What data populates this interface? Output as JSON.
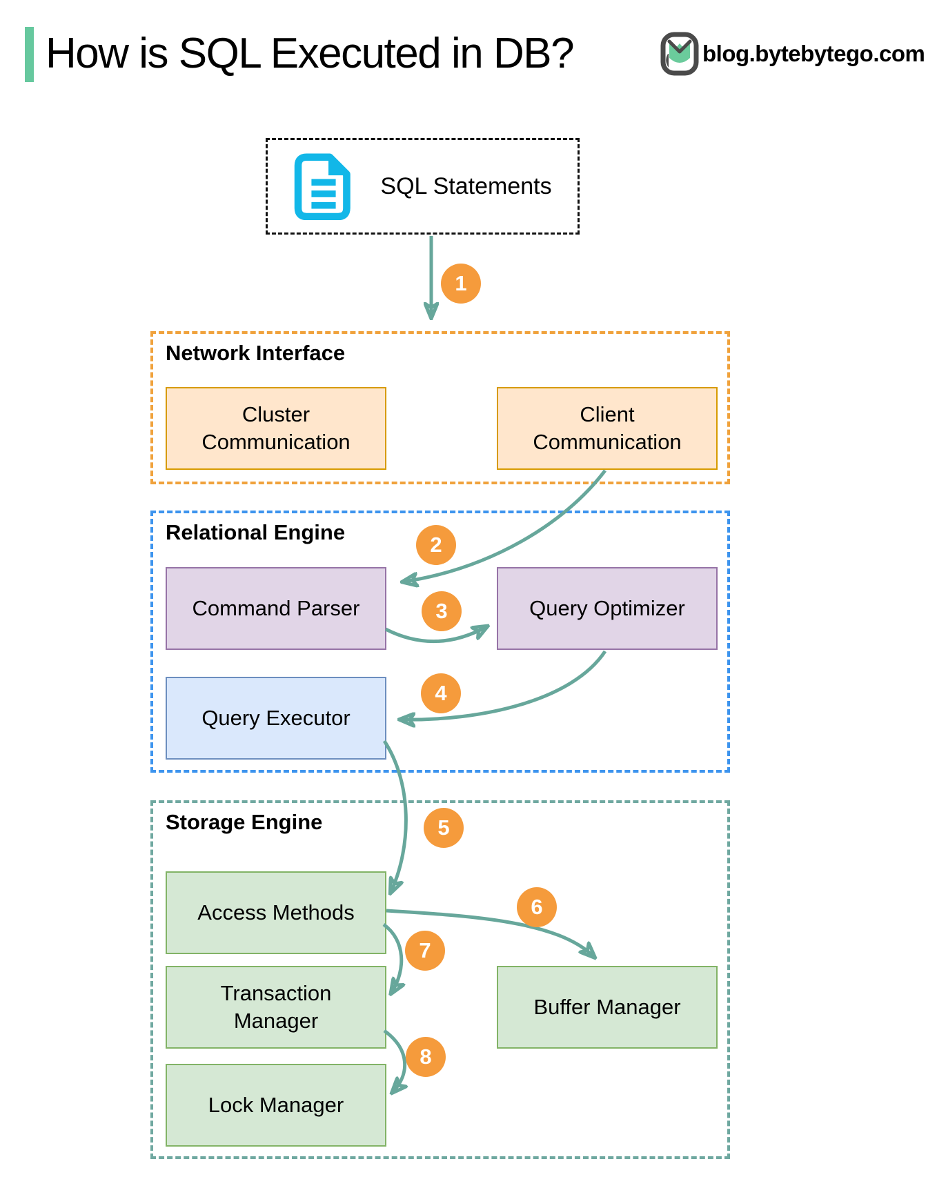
{
  "header": {
    "title": "How is SQL Executed in DB?",
    "brand": "blog.bytebytego.com"
  },
  "input_node": {
    "label": "SQL Statements",
    "icon": "document-icon"
  },
  "sections": {
    "network": {
      "label": "Network Interface"
    },
    "relational": {
      "label": "Relational Engine"
    },
    "storage": {
      "label": "Storage Engine"
    }
  },
  "boxes": {
    "cluster": {
      "label": "Cluster Communication"
    },
    "client": {
      "label": "Client Communication"
    },
    "parser": {
      "label": "Command Parser"
    },
    "optimizer": {
      "label": "Query Optimizer"
    },
    "executor": {
      "label": "Query Executor"
    },
    "access": {
      "label": "Access Methods"
    },
    "buffer": {
      "label": "Buffer Manager"
    },
    "transaction": {
      "label": "Transaction Manager"
    },
    "lock": {
      "label": "Lock Manager"
    }
  },
  "flow": [
    {
      "step": "1",
      "from": "SQL Statements",
      "to": "Network Interface"
    },
    {
      "step": "2",
      "from": "Client Communication",
      "to": "Command Parser"
    },
    {
      "step": "3",
      "from": "Command Parser",
      "to": "Query Optimizer"
    },
    {
      "step": "4",
      "from": "Query Optimizer",
      "to": "Query Executor"
    },
    {
      "step": "5",
      "from": "Query Executor",
      "to": "Access Methods"
    },
    {
      "step": "6",
      "from": "Access Methods",
      "to": "Buffer Manager"
    },
    {
      "step": "7",
      "from": "Access Methods",
      "to": "Transaction Manager"
    },
    {
      "step": "8",
      "from": "Transaction Manager",
      "to": "Lock Manager"
    }
  ],
  "colors": {
    "accent_bar": "#66C89E",
    "arrow": "#67A79B",
    "step_badge": "#F59B3C",
    "network_border": "#F0A23C",
    "relational_border": "#3D94EE",
    "storage_border": "#6FA8A0",
    "orange_fill": "#FFE6CC",
    "orange_stroke": "#D79B00",
    "purple_fill": "#E1D5E7",
    "purple_stroke": "#9673A6",
    "blue_fill": "#DAE8FC",
    "blue_stroke": "#6C8EBF",
    "green_fill": "#D5E8D4",
    "green_stroke": "#82B366",
    "document_icon": "#12B7E8",
    "logo_dark": "#4A4A4A",
    "logo_green": "#6BCB9C"
  }
}
